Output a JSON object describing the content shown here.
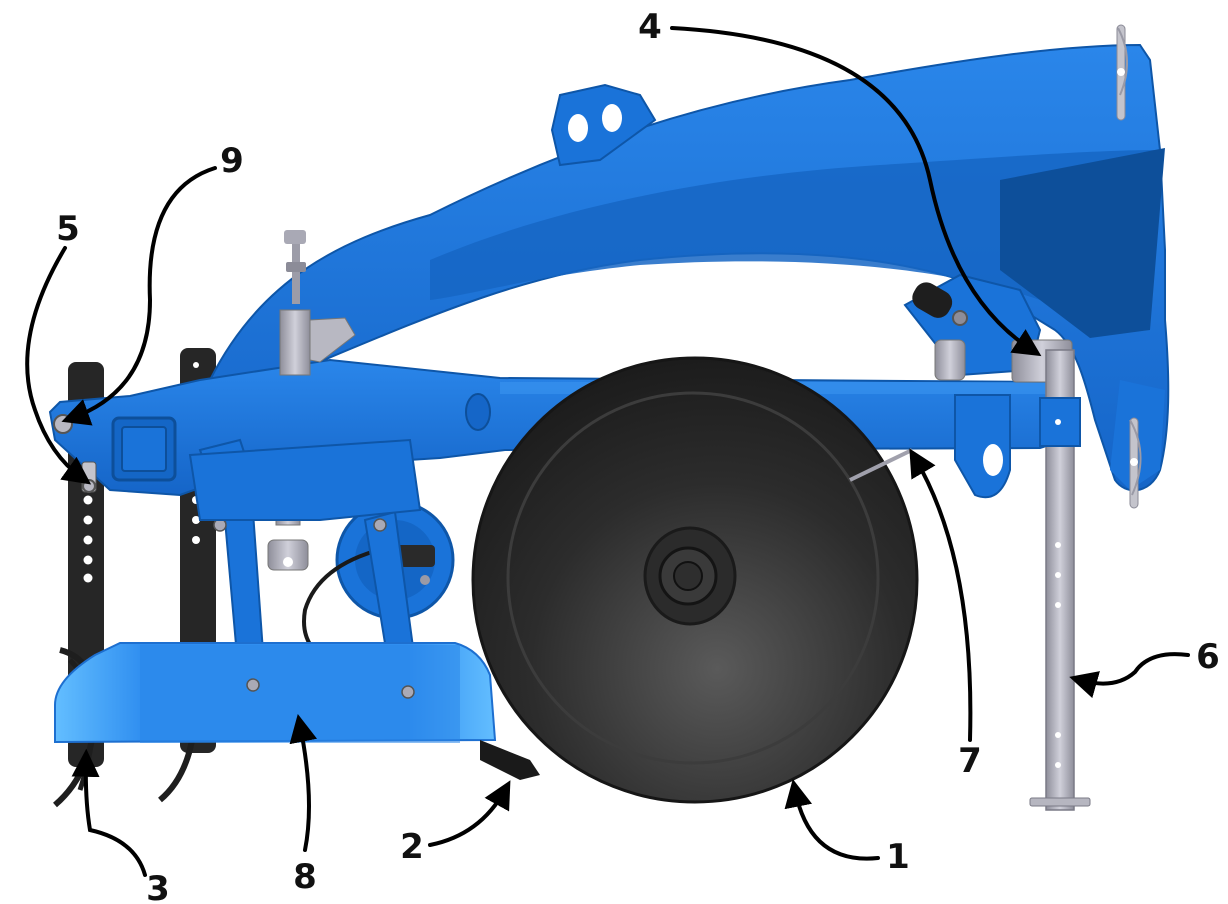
{
  "diagram": {
    "colors": {
      "frame_blue": "#1a73d9",
      "frame_blue_dark": "#0f5fb8",
      "frame_blue_shadow": "#0b4d96",
      "skid_blue": "#2f8ef0",
      "skid_light": "#5ab8ff",
      "disc_dark": "#2a2a2a",
      "disc_mid": "#4d4d4d",
      "metal": "#a7a7b3",
      "tine_black": "#222222",
      "arrow": "#000000",
      "label": "#111111"
    },
    "callouts": [
      {
        "id": "callout-1",
        "number": "1",
        "component": "disc"
      },
      {
        "id": "callout-2",
        "number": "2",
        "component": "scraper-tip"
      },
      {
        "id": "callout-3",
        "number": "3",
        "component": "front-tine"
      },
      {
        "id": "callout-4",
        "number": "4",
        "component": "pivot-sleeve"
      },
      {
        "id": "callout-5",
        "number": "5",
        "component": "adjustment-pin"
      },
      {
        "id": "callout-6",
        "number": "6",
        "component": "parking-stand"
      },
      {
        "id": "callout-7",
        "number": "7",
        "component": "scraper-rod"
      },
      {
        "id": "callout-8",
        "number": "8",
        "component": "depth-skid"
      },
      {
        "id": "callout-9",
        "number": "9",
        "component": "pivot-bolt"
      }
    ]
  }
}
